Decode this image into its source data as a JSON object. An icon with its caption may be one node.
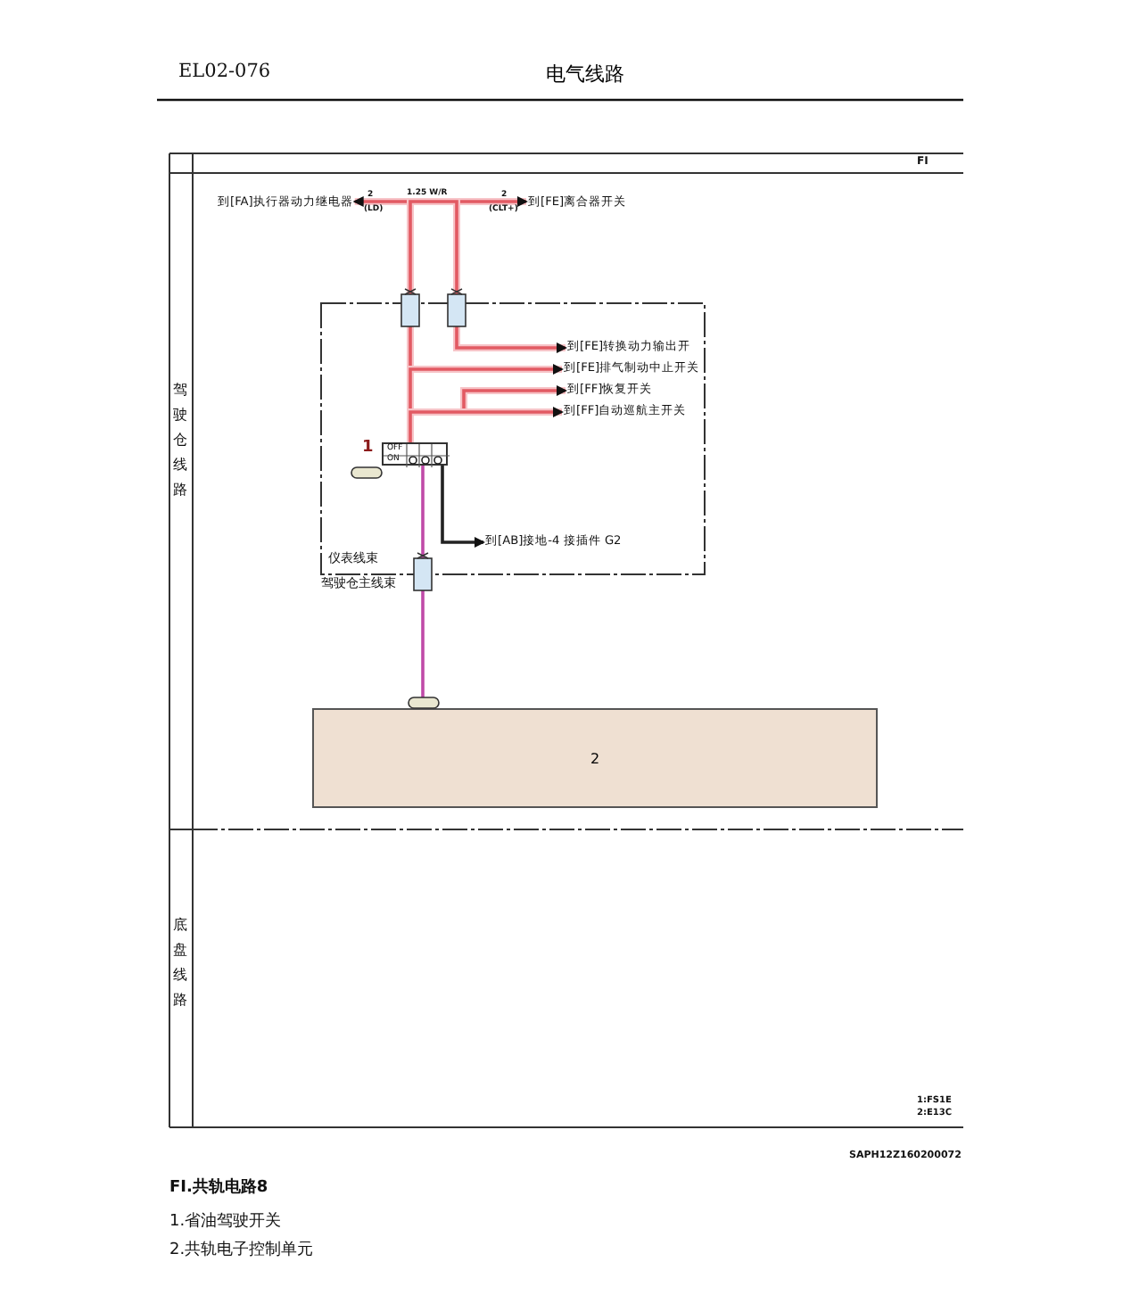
{
  "diagram": {
    "title": "电气线路",
    "nodes": [
      {
        "text": [
          "到[FA]执行器动力继电器"
        ]
      },
      {
        "text": [
          "到[FE]离合器开关"
        ]
      },
      {
        "text": [
          "到[FE]转换动力输出开"
        ]
      },
      {
        "text": [
          "到[FE]排气制动中止开关"
        ]
      },
      {
        "text": [
          "到[FF]恢复开关"
        ]
      },
      {
        "text": [
          "到[FF]自动巡航主开关"
        ]
      },
      {
        "text": [
          "OFF",
          "ON"
        ],
        "beside": [
          "1"
        ]
      },
      {
        "text": [
          "到[AB]接地-4 接插件 G2"
        ]
      },
      {
        "text": [
          "2"
        ]
      }
    ],
    "edges": [
      {
        "from": 6,
        "to": 0,
        "arrow": "to"
      },
      {
        "from": 6,
        "to": 1,
        "arrow": "to"
      },
      {
        "from": 6,
        "to": 2,
        "arrow": "to"
      },
      {
        "from": 6,
        "to": 3,
        "arrow": "to"
      },
      {
        "from": 6,
        "to": 4,
        "arrow": "to"
      },
      {
        "from": 6,
        "to": 5,
        "arrow": "to"
      },
      {
        "from": 6,
        "to": 7,
        "arrow": "to",
        "color": "#222222"
      },
      {
        "from": 6,
        "to": 8,
        "arrow": "none",
        "color": "#c04aa8"
      }
    ],
    "labels": [
      "EL02-076",
      "FI",
      "驾驶仓线路",
      "底盘线路",
      "1.25 W/R",
      "2",
      "(LD)",
      "2",
      "(CLT+)",
      "仪表线束",
      "驾驶仓主线束",
      "1:FS1E",
      "2:E13C",
      "SAPH12Z160200072",
      "FI.共轨电路8",
      "1.省油驾驶开关",
      "2.共轨电子控制单元"
    ]
  }
}
